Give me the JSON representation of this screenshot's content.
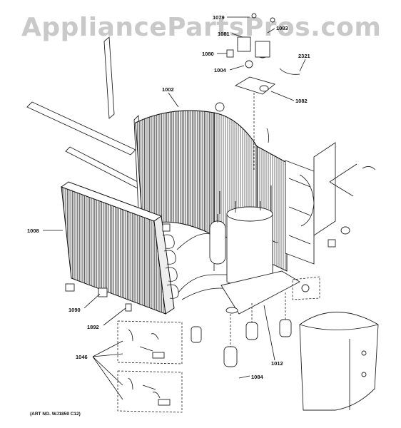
{
  "watermark": "AppliancePartsPros.com",
  "art_number": "(ART NO. WJ1859 C12)",
  "callouts": [
    {
      "id": "1079",
      "label": "1079"
    },
    {
      "id": "1081",
      "label": "1081"
    },
    {
      "id": "1083",
      "label": "1083"
    },
    {
      "id": "1080",
      "label": "1080"
    },
    {
      "id": "1004",
      "label": "1004"
    },
    {
      "id": "2321",
      "label": "2321"
    },
    {
      "id": "1082",
      "label": "1082"
    },
    {
      "id": "1002",
      "label": "1002"
    },
    {
      "id": "1008",
      "label": "1008"
    },
    {
      "id": "1090",
      "label": "1090"
    },
    {
      "id": "1892",
      "label": "1892"
    },
    {
      "id": "1046",
      "label": "1046"
    },
    {
      "id": "1012",
      "label": "1012"
    },
    {
      "id": "1084",
      "label": "1084"
    }
  ]
}
